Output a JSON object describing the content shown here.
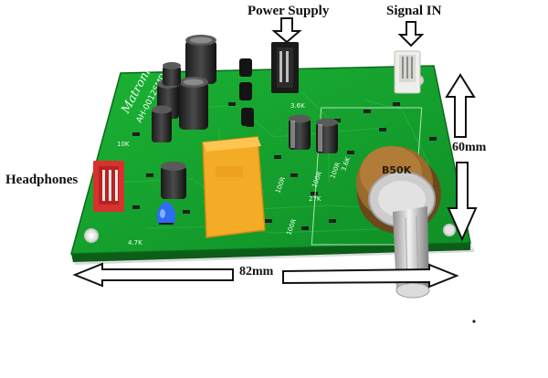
{
  "annotations": {
    "power_supply": "Power Supply",
    "signal_in": "Signal IN",
    "headphones": "Headphones",
    "height_dim": "60mm",
    "width_dim": "82mm"
  },
  "board": {
    "brand": "Matronix",
    "model": "AH-0012SMD-1",
    "pot_marking": "B50K",
    "resistor_marks": [
      "3.6K",
      "100R",
      "100R",
      "27K",
      "100R",
      "100R",
      "10K",
      "3.6K",
      "4.7K"
    ]
  },
  "colors": {
    "pcb": "#14a02c",
    "pcb_edge": "#0c6a1c",
    "relay": "#f4ac26",
    "pot_body": "#9a6a2c",
    "shaft": "#cfcfcf",
    "connector_red": "#d8322e",
    "connector_white": "#eeeeea",
    "led": "#2e6cf0"
  }
}
